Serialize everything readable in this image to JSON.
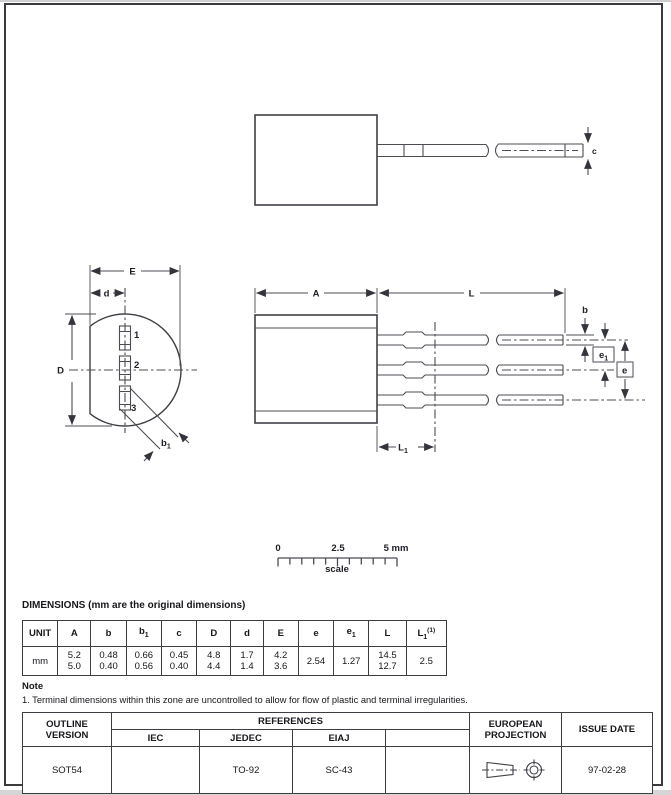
{
  "page": {
    "line_color": "#54545c",
    "outline_color": "#3f3f46",
    "text_color": "#17171c"
  },
  "drawing": {
    "top_view": {
      "c_label": "c"
    },
    "bottom_view": {
      "E": "E",
      "d": "d",
      "D": "D",
      "b1_base": "b",
      "b1_sub": "1",
      "pin_labels": [
        "1",
        "2",
        "3"
      ]
    },
    "side_view": {
      "A": "A",
      "L": "L",
      "b": "b",
      "e1_base": "e",
      "e1_sub": "1",
      "e_label": "e",
      "L1_base": "L",
      "L1_sub": "1"
    },
    "scale_bar": {
      "tick0": "0",
      "tick_mid": "2.5",
      "tick_end": "5 mm",
      "caption": "scale"
    }
  },
  "dimensions_section": {
    "title": "DIMENSIONS (mm are the original dimensions)",
    "table": {
      "headers": [
        {
          "base": "UNIT",
          "sub": "",
          "sup": ""
        },
        {
          "base": "A",
          "sub": "",
          "sup": ""
        },
        {
          "base": "b",
          "sub": "",
          "sup": ""
        },
        {
          "base": "b",
          "sub": "1",
          "sup": ""
        },
        {
          "base": "c",
          "sub": "",
          "sup": ""
        },
        {
          "base": "D",
          "sub": "",
          "sup": ""
        },
        {
          "base": "d",
          "sub": "",
          "sup": ""
        },
        {
          "base": "E",
          "sub": "",
          "sup": ""
        },
        {
          "base": "e",
          "sub": "",
          "sup": ""
        },
        {
          "base": "e",
          "sub": "1",
          "sup": ""
        },
        {
          "base": "L",
          "sub": "",
          "sup": ""
        },
        {
          "base": "L",
          "sub": "1",
          "sup": "(1)"
        }
      ],
      "values": [
        "mm",
        "5.2\n5.0",
        "0.48\n0.40",
        "0.66\n0.56",
        "0.45\n0.40",
        "4.8\n4.4",
        "1.7\n1.4",
        "4.2\n3.6",
        "2.54",
        "1.27",
        "14.5\n12.7",
        "2.5"
      ]
    }
  },
  "note": {
    "heading": "Note",
    "item1": "1. Terminal dimensions within this zone are uncontrolled to allow for flow of plastic and terminal irregularities."
  },
  "ref_table": {
    "outline_version_header": "OUTLINE\nVERSION",
    "references_header": "REFERENCES",
    "iec_header": "IEC",
    "jedec_header": "JEDEC",
    "eiaj_header": "EIAJ",
    "european_projection_header": "EUROPEAN\nPROJECTION",
    "issue_date_header": "ISSUE DATE",
    "row": {
      "outline_version": "SOT54",
      "iec": "",
      "jedec": "TO-92",
      "eiaj": "SC-43",
      "extra": "",
      "issue_date": "97-02-28"
    }
  }
}
